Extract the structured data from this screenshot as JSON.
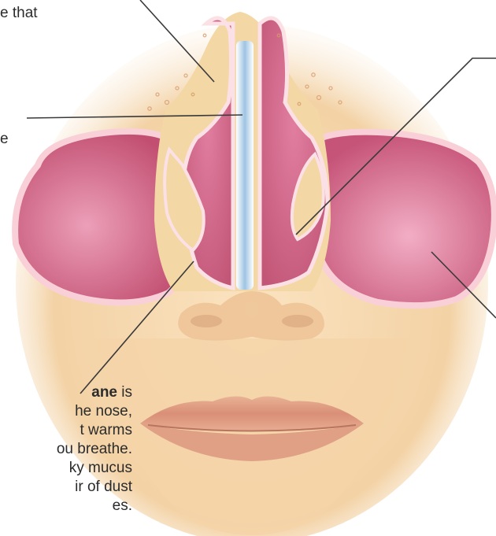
{
  "callouts": {
    "top_fragment": "e that",
    "left_mid_fragment": "e",
    "bottom": {
      "bold": "ane",
      "line1_rest": " is",
      "line2": "he nose,",
      "line3": "t warms",
      "line4": "ou breathe.",
      "line5": "ky mucus",
      "line6": "ir of dust",
      "line7": "es."
    }
  },
  "colors": {
    "skin": "#f6d6aa",
    "skin_light": "#fbe8c8",
    "sinus_fill": "#c85a7c",
    "sinus_highlight": "#ec9fb8",
    "bone": "#f3d7a4",
    "septum_blue": "#9ec4e2",
    "lips": "#e2a488",
    "leader_line": "#3a3a3a"
  }
}
